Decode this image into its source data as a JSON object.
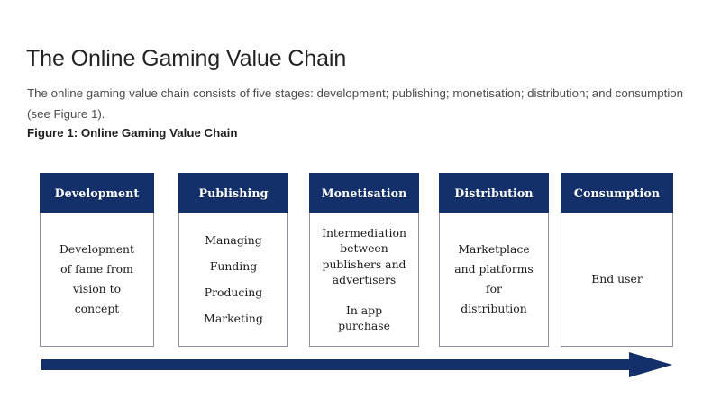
{
  "document": {
    "title": "The Online Gaming Value Chain",
    "intro": "The online gaming value chain consists of five stages: development; publishing; monetisation; distribution; and consumption (see Figure 1).",
    "figure_caption": "Figure 1: Online Gaming Value Chain"
  },
  "colors": {
    "header_navy": "#13306a",
    "arrow_navy": "#14306b",
    "card_border": "#8f8f9c",
    "title_text": "#232323",
    "body_text": "#4b4b4b",
    "card_text": "#1a1a1a"
  },
  "figure": {
    "arrow": {
      "name": "value-chain-flow-arrow",
      "direction": "left-to-right",
      "color": "#14306b"
    },
    "stages": [
      {
        "id": "development",
        "header": "Development",
        "paragraphs": [
          [
            "Development",
            "of fame from",
            "vision to",
            "concept"
          ]
        ],
        "spacing": "normal"
      },
      {
        "id": "publishing",
        "header": "Publishing",
        "paragraphs": [
          [
            "Managing",
            "Funding",
            "Producing",
            "Marketing"
          ]
        ],
        "spacing": "loose"
      },
      {
        "id": "monetisation",
        "header": "Monetisation",
        "paragraphs": [
          [
            "Intermediation",
            "between",
            "publishers and",
            "advertisers"
          ],
          [
            "In app",
            "purchase"
          ]
        ],
        "spacing": "tight"
      },
      {
        "id": "distribution",
        "header": "Distribution",
        "paragraphs": [
          [
            "Marketplace",
            "and platforms",
            "for",
            "distribution"
          ]
        ],
        "spacing": "normal"
      },
      {
        "id": "consumption",
        "header": "Consumption",
        "paragraphs": [
          [
            "End user"
          ]
        ],
        "spacing": "normal"
      }
    ]
  }
}
